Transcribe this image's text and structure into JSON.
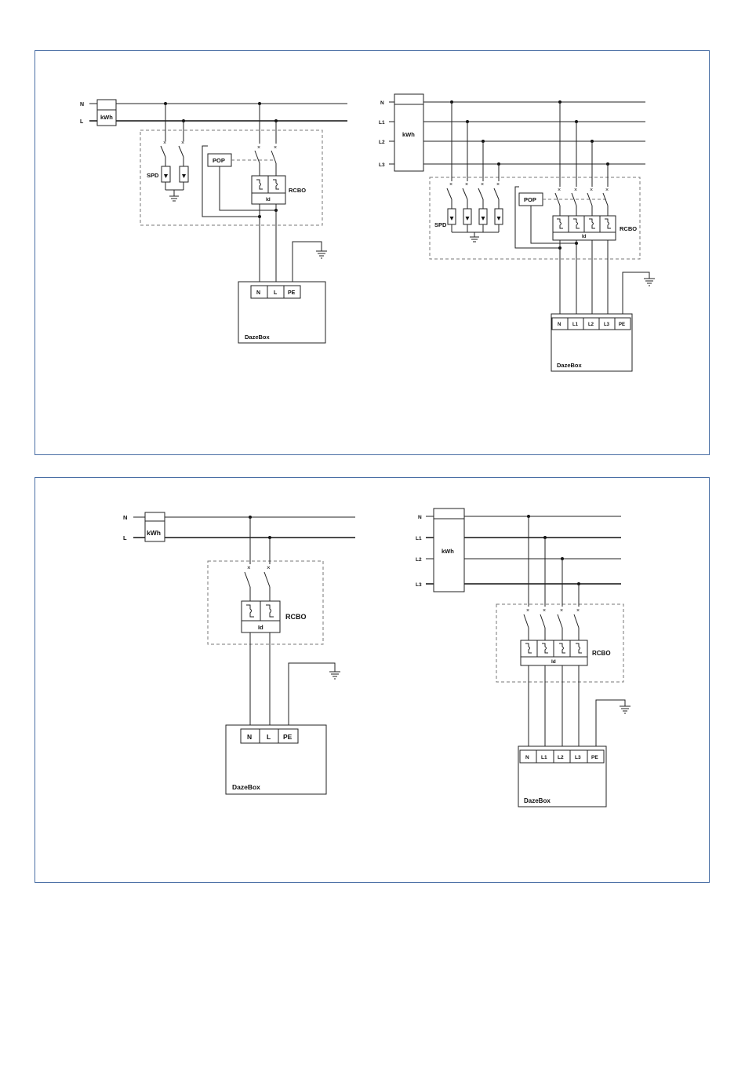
{
  "diagrams": {
    "single_spd": {
      "lines": [
        "N",
        "L"
      ],
      "meter": "kWh",
      "spd": "SPD",
      "pop": "POP",
      "rcbo": "RCBO",
      "id": "Id",
      "terminals": [
        "N",
        "L",
        "PE"
      ],
      "device": "DazeBox"
    },
    "three_spd": {
      "lines": [
        "N",
        "L1",
        "L2",
        "L3"
      ],
      "meter": "kWh",
      "spd": "SPD",
      "pop": "POP",
      "rcbo": "RCBO",
      "id": "Id",
      "terminals": [
        "N",
        "L1",
        "L2",
        "L3",
        "PE"
      ],
      "device": "DazeBox"
    },
    "single_basic": {
      "lines": [
        "N",
        "L"
      ],
      "meter": "kWh",
      "rcbo": "RCBO",
      "id": "Id",
      "terminals": [
        "N",
        "L",
        "PE"
      ],
      "device": "DazeBox"
    },
    "three_basic": {
      "lines": [
        "N",
        "L1",
        "L2",
        "L3"
      ],
      "meter": "kWh",
      "rcbo": "RCBO",
      "id": "Id",
      "terminals": [
        "N",
        "L1",
        "L2",
        "L3",
        "PE"
      ],
      "device": "DazeBox"
    }
  }
}
